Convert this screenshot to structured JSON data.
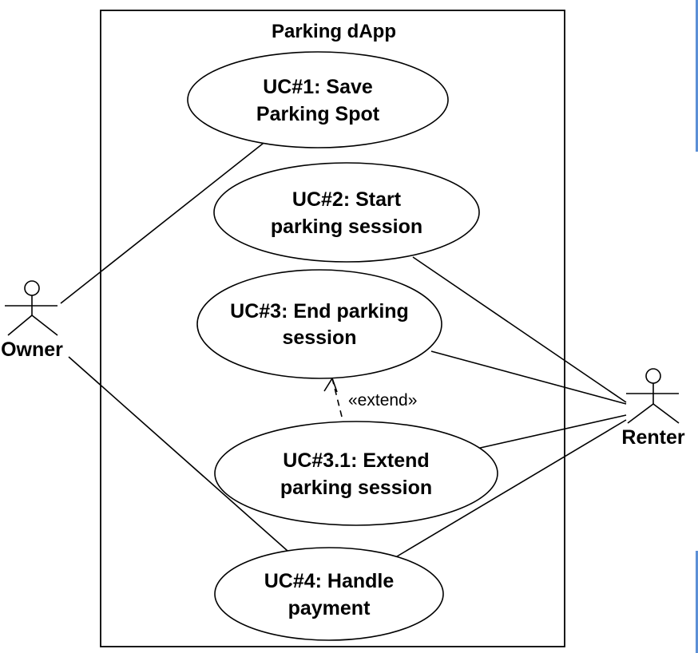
{
  "system": {
    "title": "Parking dApp"
  },
  "actors": [
    {
      "id": "owner",
      "label": "Owner"
    },
    {
      "id": "renter",
      "label": "Renter"
    }
  ],
  "use_cases": [
    {
      "id": "uc1",
      "lines": [
        "UC#1: Save",
        "Parking Spot"
      ]
    },
    {
      "id": "uc2",
      "lines": [
        "UC#2: Start",
        "parking session"
      ]
    },
    {
      "id": "uc3",
      "lines": [
        "UC#3: End parking",
        "session"
      ]
    },
    {
      "id": "uc31",
      "lines": [
        "UC#3.1: Extend",
        "parking session"
      ]
    },
    {
      "id": "uc4",
      "lines": [
        "UC#4: Handle",
        "payment"
      ]
    }
  ],
  "relationships": [
    {
      "from": "owner",
      "to": "uc1",
      "type": "association"
    },
    {
      "from": "owner",
      "to": "uc4",
      "type": "association"
    },
    {
      "from": "renter",
      "to": "uc2",
      "type": "association"
    },
    {
      "from": "renter",
      "to": "uc3",
      "type": "association"
    },
    {
      "from": "renter",
      "to": "uc31",
      "type": "association"
    },
    {
      "from": "renter",
      "to": "uc4",
      "type": "association"
    },
    {
      "from": "uc31",
      "to": "uc3",
      "type": "extend",
      "label": "«extend»"
    }
  ],
  "colors": {
    "accent": "#5b8fd6",
    "line": "#000000",
    "background": "#ffffff"
  }
}
